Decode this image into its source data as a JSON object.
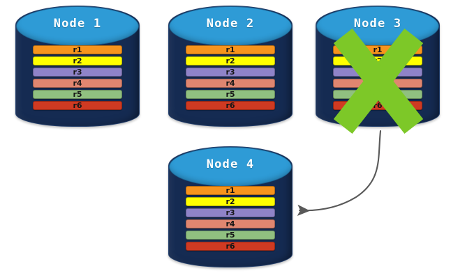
{
  "diagram": {
    "title": "Node replication / failover diagram",
    "colors": {
      "background": "#ffffff",
      "cylinder_body": "#152b52",
      "cylinder_top": "#2e9bd6",
      "x_mark": "#7dc828",
      "arrow": "#595959",
      "title_text": "#ffffff",
      "row_label_text": "#151515"
    },
    "row_colors": {
      "r1": "#f7941d",
      "r2": "#ffff00",
      "r3": "#8f83c8",
      "r4": "#e08670",
      "r5": "#90c080",
      "r6": "#cf3a22"
    },
    "rows": [
      {
        "id": "r1",
        "label": "r1",
        "color": "#f7941d"
      },
      {
        "id": "r2",
        "label": "r2",
        "color": "#ffff00"
      },
      {
        "id": "r3",
        "label": "r3",
        "color": "#8f83c8"
      },
      {
        "id": "r4",
        "label": "r4",
        "color": "#e08670"
      },
      {
        "id": "r5",
        "label": "r5",
        "color": "#90c080"
      },
      {
        "id": "r6",
        "label": "r6",
        "color": "#cf3a22"
      }
    ],
    "nodes": [
      {
        "id": "node-1",
        "title": "Node  1",
        "failed": false
      },
      {
        "id": "node-2",
        "title": "Node  2",
        "failed": false
      },
      {
        "id": "node-3",
        "title": "Node  3",
        "failed": true
      },
      {
        "id": "node-4",
        "title": "Node  4",
        "failed": false
      }
    ],
    "annotations": {
      "failure_marker": "X",
      "failure_marker_name": "green-x-cross",
      "arrow_label": "",
      "arrow_from": "node-3",
      "arrow_to": "node-4"
    }
  }
}
